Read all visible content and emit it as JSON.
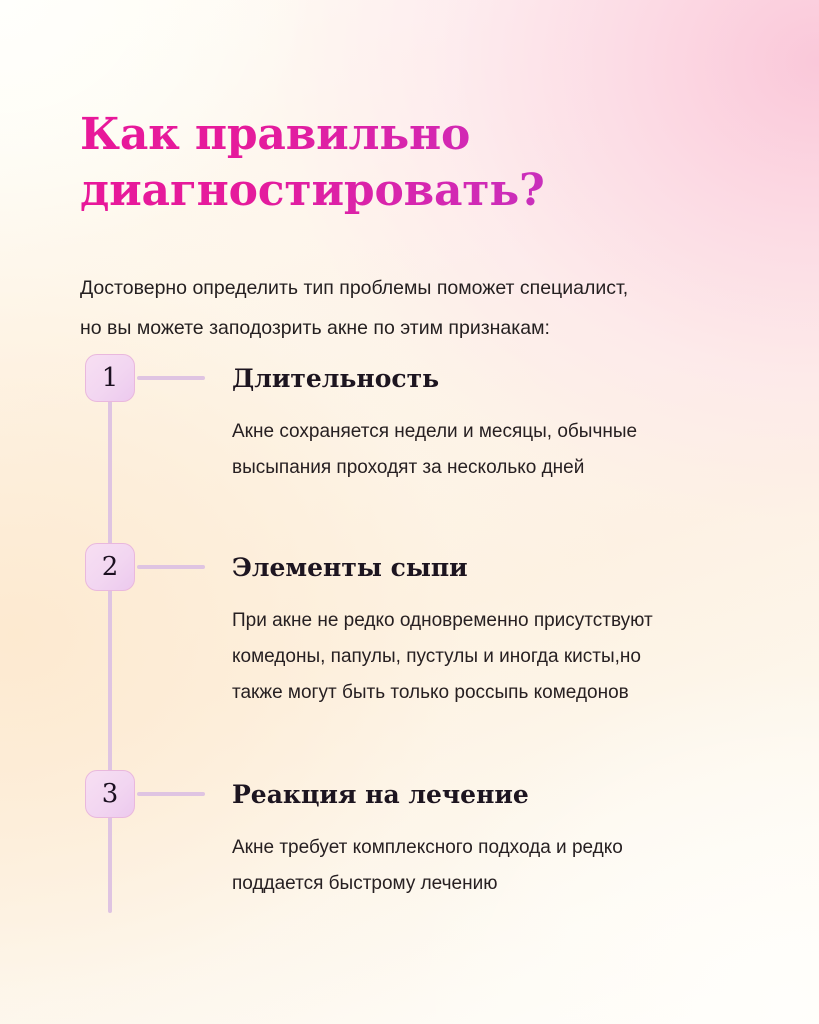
{
  "poster": {
    "background": {
      "cream": "#fffdf6",
      "peach": "#fde8cd",
      "pink": "#fac4d8",
      "white": "#fffefb"
    }
  },
  "title": {
    "lines": [
      "Как правильно",
      "диагностировать?"
    ],
    "gradient_start": "#e8189a",
    "gradient_end": "#b63ccb"
  },
  "intro": {
    "lines": [
      "Достоверно определить тип проблемы поможет специалист,",
      "но вы можете заподозрить акне по этим признакам:"
    ]
  },
  "timeline": {
    "line_color": "#dfc4e2",
    "badge_fill": "#f3d9ee",
    "badge_border": "#e9b8dd",
    "steps": [
      {
        "number": "1",
        "heading": "Длительность",
        "body_lines": [
          "Акне сохраняется недели и месяцы, обычные",
          "высыпания проходят за несколько дней"
        ]
      },
      {
        "number": "2",
        "heading": "Элементы сыпи",
        "body_lines": [
          "При акне  не редко одновременно присутствуют",
          "комедоны, папулы, пустулы и иногда кисты,но",
          "также могут быть только россыпь комедонов"
        ]
      },
      {
        "number": "3",
        "heading": "Реакция на лечение",
        "body_lines": [
          "Акне требует комплексного подхода и редко",
          "поддается быстрому лечению"
        ]
      }
    ]
  }
}
